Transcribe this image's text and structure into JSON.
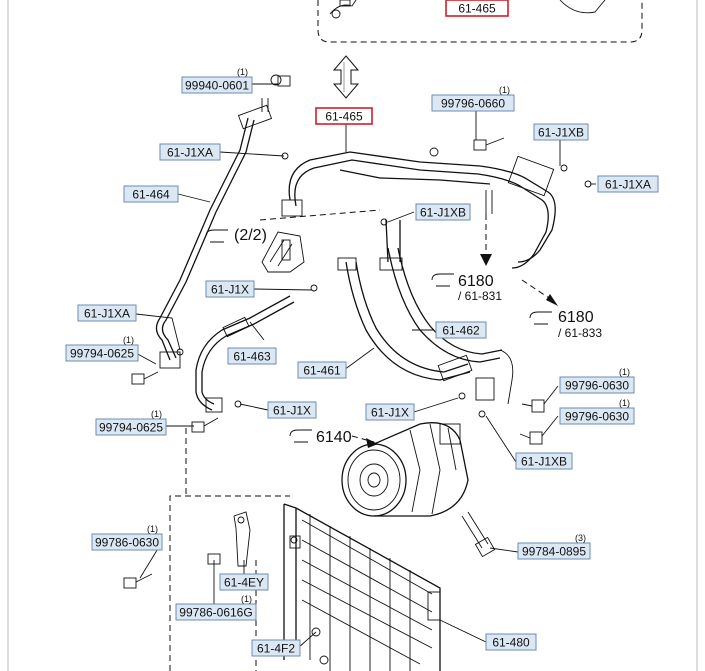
{
  "colors": {
    "label_fill": "#dbe8f4",
    "label_border": "#6c8db2",
    "highlight_border": "#d0202a",
    "ink": "#111111"
  },
  "labels": {
    "top_ref": "61-465",
    "main_ref": "61-465",
    "bolt_99940": "99940-0601",
    "bolt_99940_qty": "(1)",
    "bolt_99796_0660": "99796-0660",
    "bolt_99796_0660_qty": "(1)",
    "oring_j1xb_top": "61-J1XB",
    "oring_j1xa_right": "61-J1XA",
    "oring_j1xa_left": "61-J1XA",
    "pipe_464": "61-464",
    "oring_j1xb_mid": "61-J1XB",
    "oring_j1x_1": "61-J1X",
    "oring_j1xa_low": "61-J1XA",
    "bolt_99794_a": "99794-0625",
    "bolt_99794_a_qty": "(1)",
    "pipe_463": "61-463",
    "hose_462": "61-462",
    "hose_461": "61-461",
    "oring_j1x_2": "61-J1X",
    "bolt_99794_b": "99794-0625",
    "bolt_99794_b_qty": "(1)",
    "oring_j1x_3": "61-J1X",
    "bolt_99796_0630_a": "99796-0630",
    "bolt_99796_0630_a_qty": "(1)",
    "bolt_99796_0630_b": "99796-0630",
    "bolt_99796_0630_b_qty": "(1)",
    "oring_j1xb_low": "61-J1XB",
    "bolt_99786_0630": "99786-0630",
    "bolt_99786_0630_qty": "(1)",
    "bracket_4ey": "61-4EY",
    "bolt_99784": "99784-0895",
    "bolt_99784_qty": "(3)",
    "bolt_99786_0616": "99786-0616G",
    "bolt_99786_0616_qty": "(1)",
    "cond_480": "61-480",
    "part_4f2": "61-4F2"
  },
  "refs": {
    "page_22": "(2/2)",
    "r6180_a": "6180",
    "r6180_a_sub": "/ 61-831",
    "r6180_b": "6180",
    "r6180_b_sub": "/ 61-833",
    "r6140": "6140"
  }
}
